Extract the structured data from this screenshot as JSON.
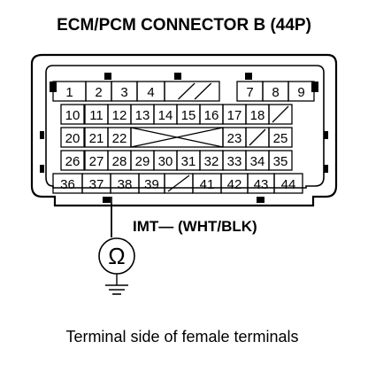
{
  "title": "ECM/PCM CONNECTOR B (44P)",
  "caption": "Terminal side of female terminals",
  "wire_label": "IMT— (WHT/BLK)",
  "meter_symbol": "Ω",
  "rows": [
    [
      "1",
      "2",
      "3",
      "4",
      "",
      "",
      "7",
      "8",
      "9"
    ],
    [
      "10",
      "11",
      "12",
      "13",
      "14",
      "15",
      "16",
      "17",
      "18",
      ""
    ],
    [
      "20",
      "21",
      "22",
      "",
      "",
      "",
      "",
      "23",
      "",
      "25"
    ],
    [
      "26",
      "27",
      "28",
      "29",
      "30",
      "31",
      "32",
      "33",
      "34",
      "35"
    ],
    [
      "36",
      "37",
      "38",
      "39",
      "",
      "41",
      "42",
      "43",
      "44"
    ]
  ],
  "probe_terminal": "38"
}
